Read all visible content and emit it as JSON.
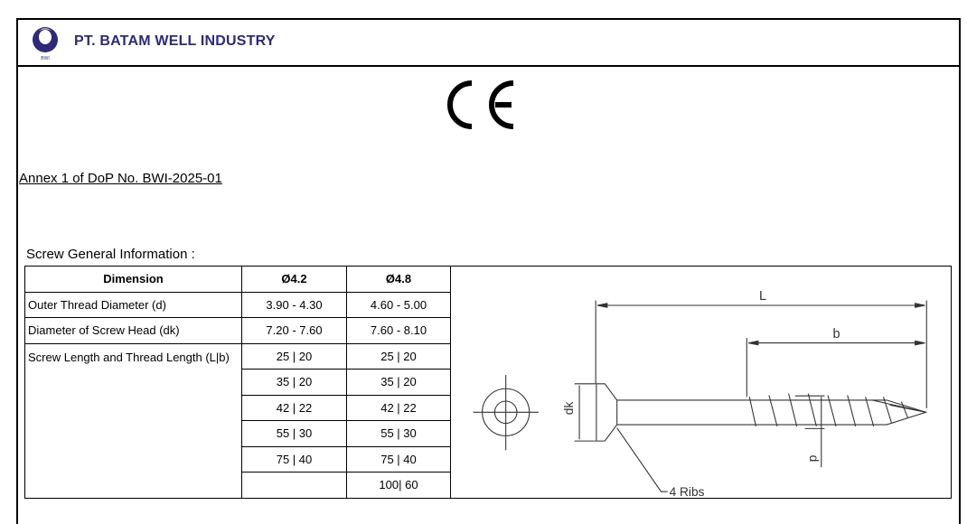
{
  "header": {
    "company_name": "PT. BATAM WELL INDUSTRY",
    "logo_text": "BWI",
    "brand_color": "#2e2a78"
  },
  "mark": {
    "ce": "CE"
  },
  "annex_title": "Annex 1 of DoP No. BWI-2025-01",
  "section_title": "Screw General Information :",
  "table": {
    "headers": [
      "Dimension",
      "Ø4.2",
      "Ø4.8"
    ],
    "rows": [
      {
        "label": "Outer Thread Diameter (d)",
        "d42": "3.90 - 4.30",
        "d48": "4.60 - 5.00"
      },
      {
        "label": "Diameter of Screw Head (dk)",
        "d42": "7.20 - 7.60",
        "d48": "7.60 - 8.10"
      },
      {
        "label": "Screw Length and Thread Length (L|b)",
        "d42": "25 | 20",
        "d48": "25 | 20"
      },
      {
        "label": "",
        "d42": "35 | 20",
        "d48": "35 | 20"
      },
      {
        "label": "",
        "d42": "42 | 22",
        "d48": "42 | 22"
      },
      {
        "label": "",
        "d42": "55 | 30",
        "d48": "55 | 30"
      },
      {
        "label": "",
        "d42": "75 | 40",
        "d48": "75 | 40"
      },
      {
        "label": "",
        "d42": "",
        "d48": "100| 60"
      }
    ]
  },
  "drawing": {
    "label_L": "L",
    "label_b": "b",
    "label_dk": "dk",
    "label_d": "d",
    "label_ribs": "4 Ribs"
  }
}
